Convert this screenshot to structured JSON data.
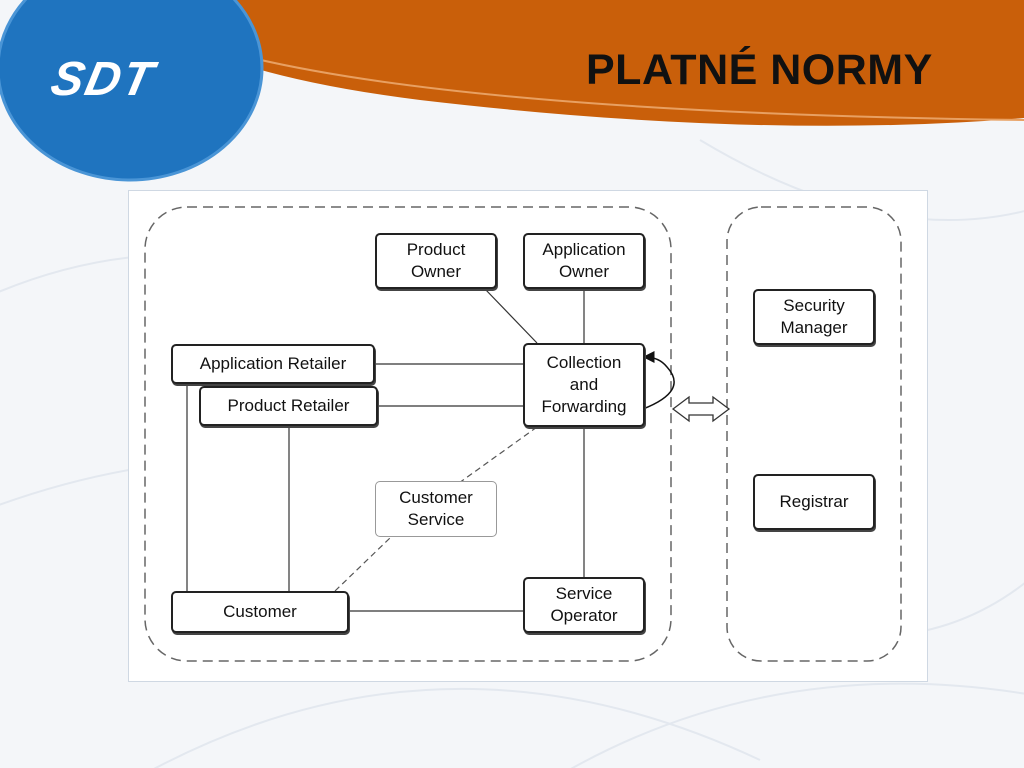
{
  "slide": {
    "title": "PLATNÉ NORMY",
    "logo_text": "SDT"
  },
  "colors": {
    "header_orange": "#c95f0a",
    "logo_blue": "#1f74bf",
    "node_border": "#222222"
  },
  "diagram": {
    "nodes": {
      "product_owner": "Product\nOwner",
      "application_owner": "Application\nOwner",
      "application_retailer": "Application Retailer",
      "product_retailer": "Product Retailer",
      "collection_forwarding": "Collection\nand\nForwarding",
      "customer_service": "Customer\nService",
      "customer": "Customer",
      "service_operator": "Service\nOperator",
      "security_manager": "Security\nManager",
      "registrar": "Registrar"
    }
  }
}
